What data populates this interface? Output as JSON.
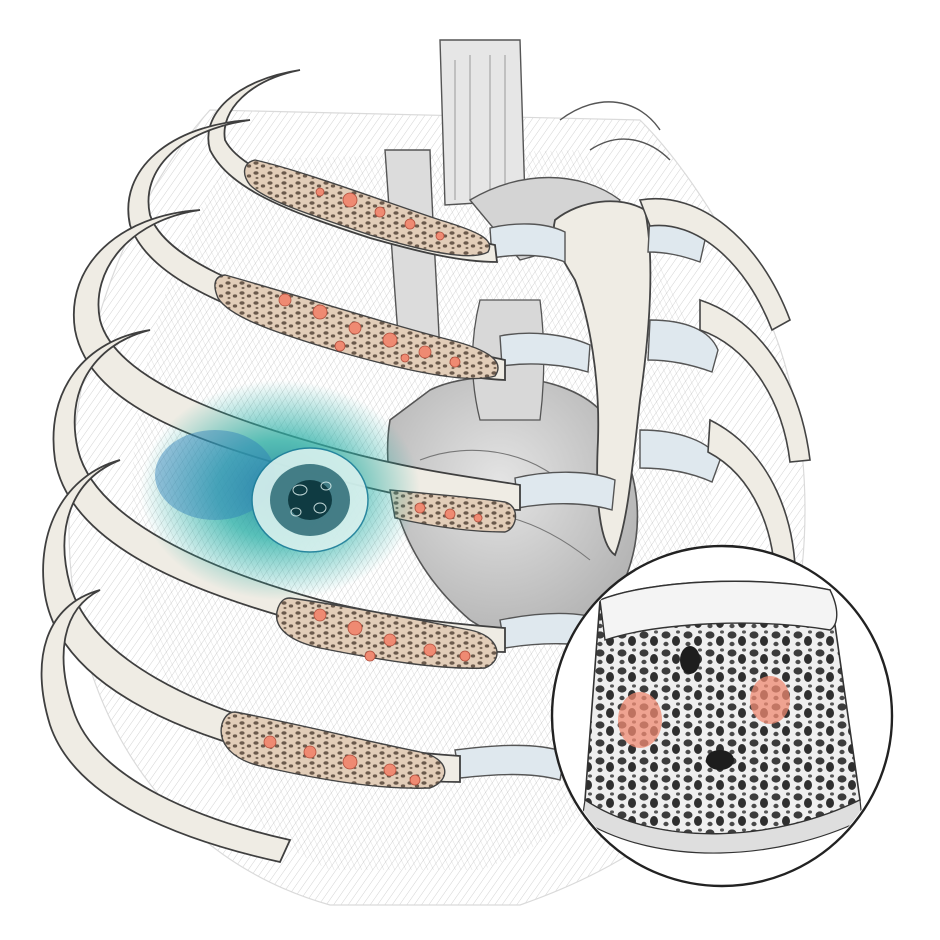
{
  "illustration": {
    "subject": "rib-cage-cross-section",
    "style": "pen-and-ink with watercolor wash",
    "inset": "magnified-trabecular-bone"
  },
  "colors": {
    "background": "#ffffff",
    "ink": "#3a3a3a",
    "bone": "#efece4",
    "bone_shade": "#d9d4c8",
    "cartilage": "#dfe8ee",
    "marrow": "#e8d5c4",
    "marrow_cell": "#ef8a72",
    "lesion": "#2fb1a8",
    "lesion_deep": "#1f7f9a",
    "organs": "#cfcfcf"
  }
}
